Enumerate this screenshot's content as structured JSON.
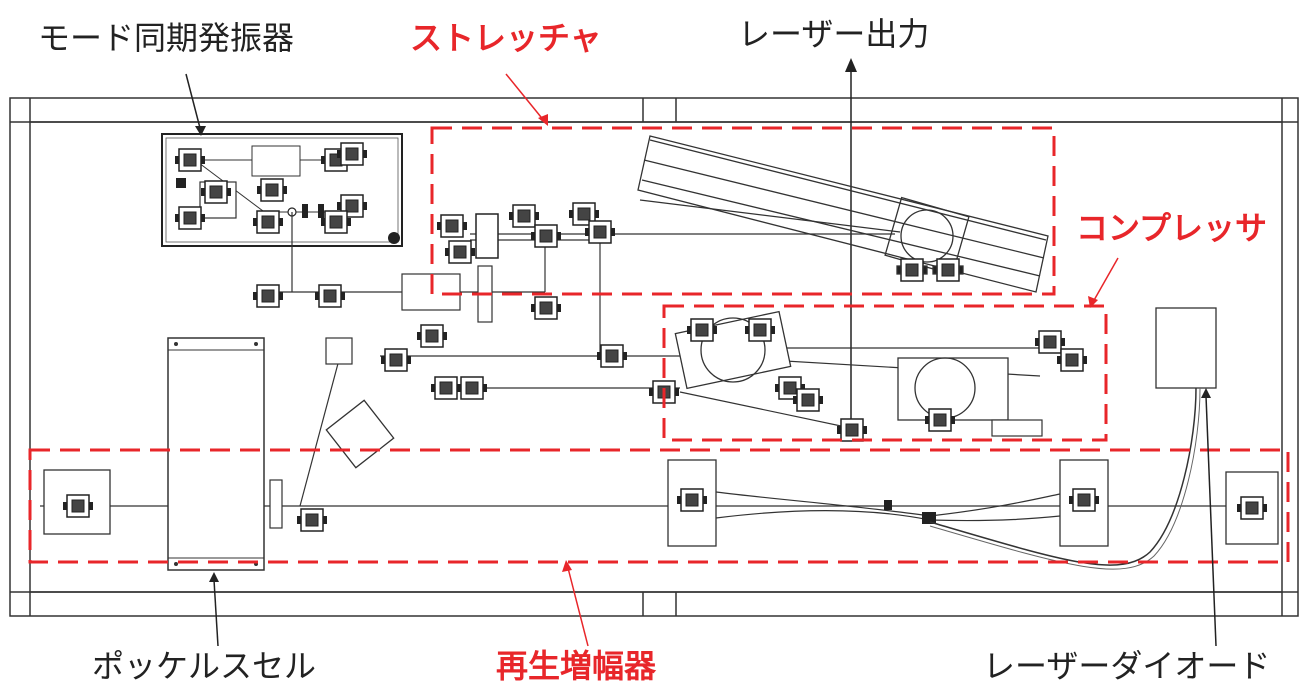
{
  "labels": {
    "mode_locked_oscillator": "モード同期発振器",
    "stretcher": "ストレッチャ",
    "laser_output": "レーザー出力",
    "compressor": "コンプレッサ",
    "pockels_cell": "ポッケルスセル",
    "regenerative_amplifier": "再生増幅器",
    "laser_diode": "レーザーダイオード"
  },
  "colors": {
    "highlight": "#e8262a",
    "line": "#222222",
    "background": "#ffffff"
  }
}
